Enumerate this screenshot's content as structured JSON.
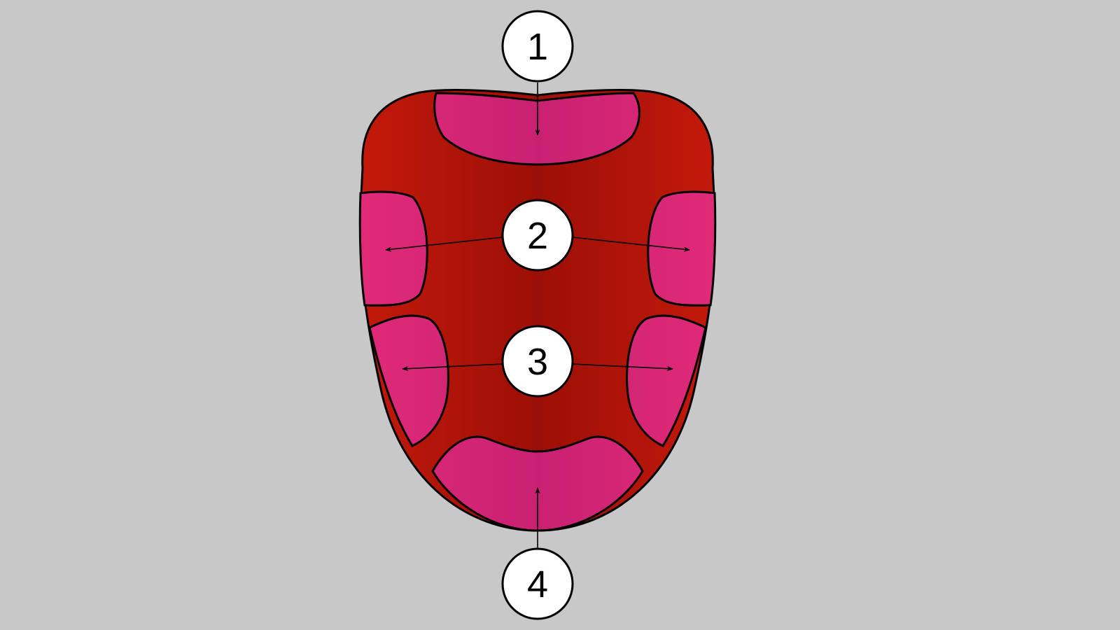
{
  "diagram": {
    "colors": {
      "background": "#c8c8c8",
      "tongue_dark": "#9c0f06",
      "tongue_light": "#c4190b",
      "zone_dark": "#c92172",
      "zone_light": "#e02a78",
      "outline": "#000000",
      "callout_fill": "#ffffff"
    },
    "callouts": [
      {
        "label": "1"
      },
      {
        "label": "2"
      },
      {
        "label": "3"
      },
      {
        "label": "4"
      }
    ]
  }
}
